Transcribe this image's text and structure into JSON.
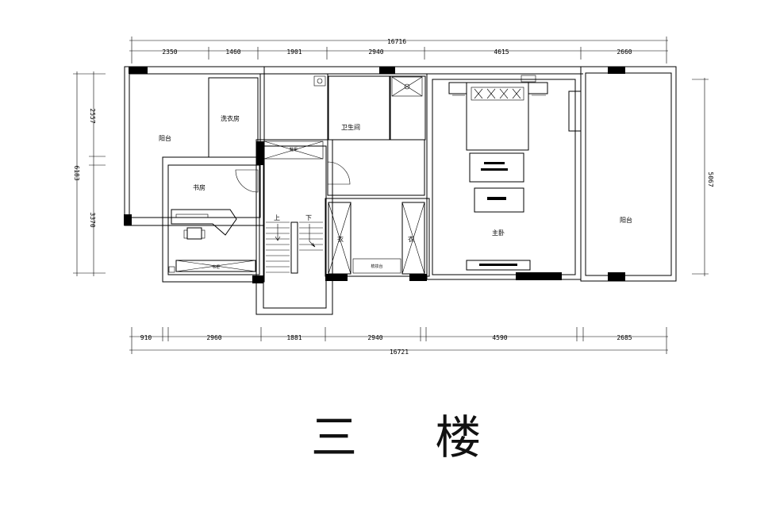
{
  "title": "三 楼",
  "dimensions": {
    "top_total": "16716",
    "top": [
      "2350",
      "1460",
      "1901",
      "2940",
      "4615",
      "2660"
    ],
    "bottom_total": "16721",
    "bottom": [
      "910",
      "2960",
      "1881",
      "2940",
      "4590",
      "2685"
    ],
    "left_total": "6183",
    "left_upper": "2557",
    "left_lower": "3370",
    "right": "5067"
  },
  "rooms": {
    "balcony_left": "阳台",
    "laundry": "洗衣房",
    "bathroom": "卫生间",
    "study": "书房",
    "master_bedroom": "主卧",
    "balcony_right": "阳台",
    "up": "上",
    "down": "下",
    "wardrobe_left": "衣",
    "wardrobe_right": "衣",
    "desk_cabinet": "书柜",
    "stair_cabinet": "鞋柜",
    "dresser": "梳妆台"
  }
}
